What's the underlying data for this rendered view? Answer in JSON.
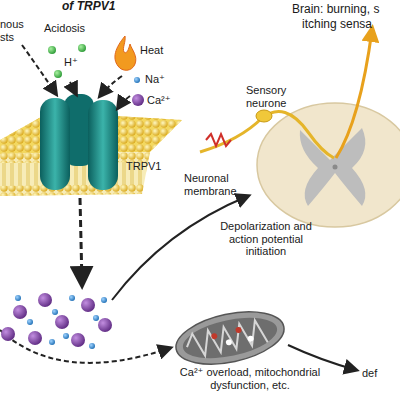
{
  "diagram": {
    "title": "of TRPV1",
    "labels": [
      "nous",
      "sts",
      "Acidosis",
      "H⁺",
      "Heat",
      "Na⁺",
      "Ca²⁺",
      "TRPV1",
      "Neuronal membrane",
      "Sensory neurone",
      "Brain: burning, s",
      "itching sensa",
      "Depolarization and action potential initiation",
      "Ca²⁺ overload, mitochondrial dysfunction, etc.",
      "def"
    ]
  }
}
